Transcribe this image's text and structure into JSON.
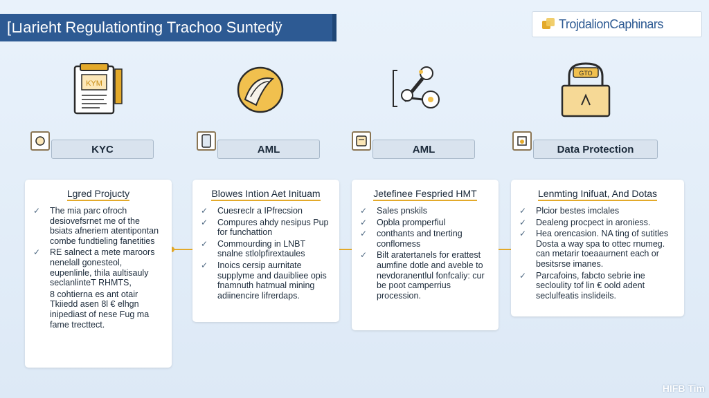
{
  "header": {
    "title": "[⊔arieht Regulationting Trachoo Suntedÿ",
    "brand": "TrojdalionCaphinars"
  },
  "categories": [
    {
      "icon": "document-kyc-icon",
      "icon_text": "KYM",
      "label": "KYC",
      "card_title": "Lgred Projucty",
      "items": [
        {
          "check": true,
          "text": "The mia parc ofroch desiovefsrnet me of the bsiats afneriem atentipontan combe fundtieling fanetities"
        },
        {
          "check": true,
          "text": "RE salnect a mete maroors nenelall gonesteol, eupenlinle, thila aultisauly seclanlinteT RHMTS,"
        },
        {
          "check": false,
          "text": "8 cohtierna es ant otair Tkiiedd asen 8l € elhgn inipediast of nese Fug ma fame trecttect."
        }
      ]
    },
    {
      "icon": "coins-icon",
      "label": "AML",
      "card_title": "Blowes Intion Aet Inituam",
      "items": [
        {
          "check": true,
          "text": "Cuesreclr a IPfrecsion"
        },
        {
          "check": true,
          "text": "Compures ahdy nesipus Pup for funchattion"
        },
        {
          "check": true,
          "text": "Commourding in LNBT snalne stlolpfirextaules"
        },
        {
          "check": true,
          "text": "Inoics cersip aurnitate supplyme and dauibliee opis fnamnuth hatmual mining adiinencire lifrerdaps."
        }
      ]
    },
    {
      "icon": "network-icon",
      "label": "AML",
      "card_title": "Jetefinee Fespried HMT",
      "items": [
        {
          "check": true,
          "text": "Sales pnskils"
        },
        {
          "check": true,
          "text": "Opbla promperfiul"
        },
        {
          "check": true,
          "text": "conthants and tnerting conflomess"
        },
        {
          "check": true,
          "text": "Bilt aratertanels for erattest aumfine dotle and aveble to nevdoranentlul fonfcaliy: cur be poot camperrius procession."
        }
      ]
    },
    {
      "icon": "lock-icon",
      "icon_text": "GTO",
      "label": "Data Protection",
      "card_title": "Lenmting Inifuat, And Dotas",
      "items": [
        {
          "check": true,
          "text": "Plcior bestes imclales"
        },
        {
          "check": true,
          "text": "Dealeng procpect in aroniess."
        },
        {
          "check": true,
          "text": "Hea orencasion. NA ting of sutitles Dosta a way spa to ottec rnumeg. can metarir toeaaurnent each or besitsrse imanes."
        },
        {
          "check": true,
          "text": "Parcafoins, fabcto sebrie ine secloulity tof lin € oold adent seclulfeatis inslideils."
        }
      ]
    }
  ],
  "watermark": "HIFB Tim",
  "colors": {
    "banner": "#2d5a93",
    "accent": "#e3a92a",
    "background": "#e9f2fb"
  }
}
